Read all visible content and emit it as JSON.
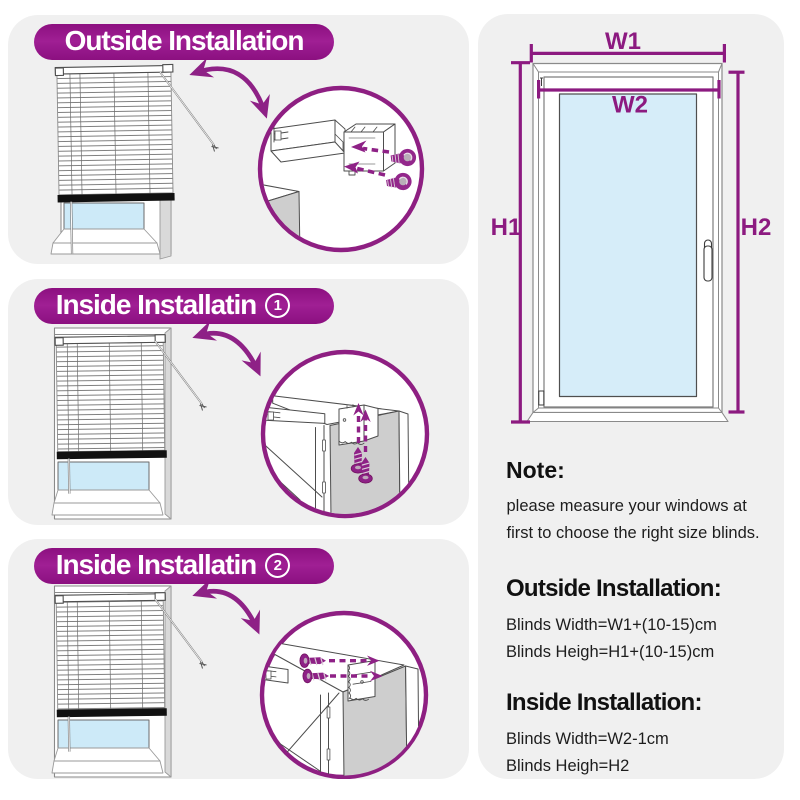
{
  "colors": {
    "accent_purple": "#8e1d84",
    "banner_purple": "#9a1b8f",
    "panel_background": "#f0f0f0",
    "glass_blue": "#d6edf9",
    "text_black": "#1d1d1d"
  },
  "panels": [
    {
      "banner": "Outside Installation",
      "badge": ""
    },
    {
      "banner": "Inside Installatin",
      "badge": "1"
    },
    {
      "banner": "Inside Installatin",
      "badge": "2"
    }
  ],
  "measurements": {
    "w1": "W1",
    "w2": "W2",
    "h1": "H1",
    "h2": "H2"
  },
  "note": {
    "title": "Note:",
    "line1": "please measure your windows at",
    "line2": "first to choose the right size blinds."
  },
  "outside_rule": {
    "title": "Outside Installation:",
    "width_formula": "Blinds Width=W1+(10-15)cm",
    "height_formula": "Blinds Heigh=H1+(10-15)cm"
  },
  "inside_rule": {
    "title": "Inside Installation:",
    "width_formula": "Blinds Width=W2-1cm",
    "height_formula": "Blinds Heigh=H2"
  }
}
